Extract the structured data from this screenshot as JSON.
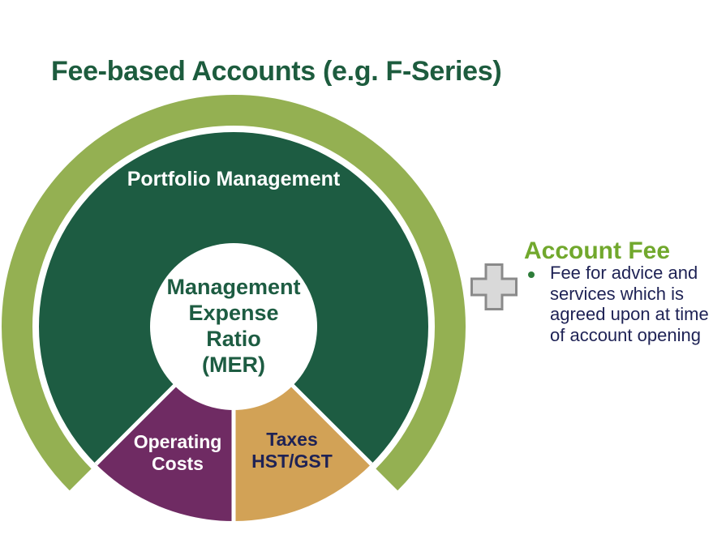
{
  "title": "Fee-based Accounts (e.g. F-Series)",
  "colors": {
    "title_green": "#1d5c3e",
    "dark_green": "#1d5c42",
    "light_green": "#94b052",
    "purple": "#6f2b63",
    "gold": "#d2a256",
    "navy_text": "#1e2255",
    "white": "#ffffff",
    "fee_heading_green": "#71a82d",
    "bullet_green": "#2e7d3a",
    "plus_fill": "#d9d9d9",
    "plus_border": "#8a8a8a"
  },
  "chart_data": {
    "type": "pie",
    "subtype": "donut",
    "title": "Management Expense Ratio (MER)",
    "center_label": "Management\nExpense\nRatio\n(MER)",
    "segments": [
      {
        "label": "Portfolio Management",
        "angle_deg": 270,
        "share_pct": 75,
        "color": "#1d5c42",
        "label_color": "#ffffff"
      },
      {
        "label": "Operating Costs",
        "angle_deg": 45,
        "share_pct": 12.5,
        "color": "#6f2b63",
        "label_color": "#ffffff"
      },
      {
        "label": "Taxes HST/GST",
        "angle_deg": 45,
        "share_pct": 12.5,
        "color": "#d2a256",
        "label_color": "#1e2255"
      }
    ],
    "outer_ring": {
      "color": "#94b052",
      "spans_deg": 270,
      "note": "arc over Portfolio Management segment only"
    },
    "legend_position": "none",
    "grid": false
  },
  "donut_labels": {
    "portfolio": "Portfolio Management",
    "center": "Management\nExpense\nRatio\n(MER)",
    "operating": "Operating\nCosts",
    "taxes": "Taxes\nHST/GST"
  },
  "account_fee": {
    "heading": "Account Fee",
    "bullet_text": "Fee for advice and\nservices which is\nagreed upon at time\nof account opening"
  },
  "icons": {
    "plus": "plus-cross"
  }
}
